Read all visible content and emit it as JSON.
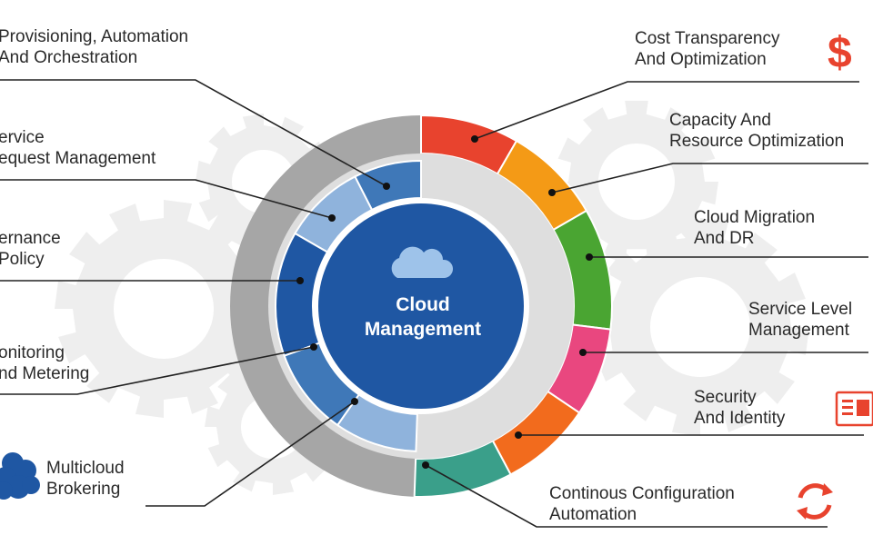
{
  "center": {
    "line1": "Cloud",
    "line2": "Management"
  },
  "left_items": [
    {
      "line1": "Provisioning, Automation",
      "line2": "And Orchestration"
    },
    {
      "line1": "ervice",
      "line2": "equest Management"
    },
    {
      "line1": "ernance",
      "line2": "Policy"
    },
    {
      "line1": "onitoring",
      "line2": "nd Metering"
    },
    {
      "line1": "Multicloud",
      "line2": "Brokering"
    }
  ],
  "right_items": [
    {
      "line1": "Cost Transparency",
      "line2": "And Optimization",
      "color": "#e8432e"
    },
    {
      "line1": "Capacity And",
      "line2": "Resource Optimization",
      "color": "#f49a16"
    },
    {
      "line1": "Cloud Migration",
      "line2": "And DR",
      "color": "#4aa532"
    },
    {
      "line1": "Service Level",
      "line2": "Management",
      "color": "#e9477f"
    },
    {
      "line1": "Security",
      "line2": "And Identity",
      "color": "#f26b1d"
    },
    {
      "line1": "Continous Configuration",
      "line2": "Automation",
      "color": "#3a9f8a"
    }
  ],
  "icons": {
    "dollar": "$",
    "cost": "dollar-icon",
    "security": "id-card-icon",
    "automation": "refresh-icon",
    "multicloud": "clouds-icon",
    "center": "cloud-icon"
  },
  "colors": {
    "blue_dark": "#1f57a3",
    "blue_mid": "#3f78b8",
    "blue_light": "#8fb3dc",
    "ring_gray": "#a6a6a6",
    "ring_light": "#dcdcdc",
    "gear": "#eeeeee"
  }
}
